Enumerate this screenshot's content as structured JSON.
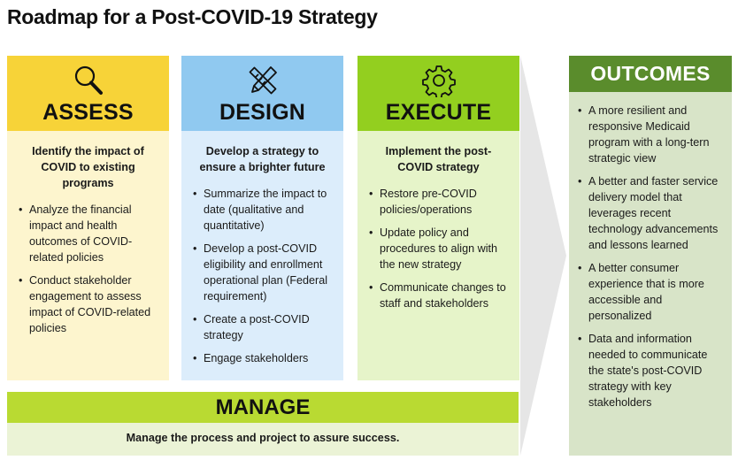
{
  "title": "Roadmap for a Post-COVID-19 Strategy",
  "colors": {
    "assess_head": "#f7d338",
    "assess_body": "#fdf5ce",
    "design_head": "#90c9f0",
    "design_body": "#dcedfb",
    "execute_head": "#93cf1f",
    "execute_body": "#e6f4c9",
    "manage_head": "#b9da32",
    "manage_body": "#ebf3d6",
    "outcomes_head": "#5a8c2c",
    "outcomes_body": "#d8e4c8",
    "arrow": "#e6e6e6"
  },
  "columns": [
    {
      "icon": "magnifier-icon",
      "name": "ASSESS",
      "lead": "Identify the impact of COVID to existing programs",
      "items": [
        "Analyze the financial impact and health outcomes of COVID-related policies",
        "Conduct stakeholder engagement to assess impact of COVID-related policies"
      ]
    },
    {
      "icon": "pencil-ruler-icon",
      "name": "DESIGN",
      "lead": "Develop a strategy to ensure a brighter future",
      "items": [
        "Summarize the impact to date (qualitative and quantitative)",
        "Develop a post-COVID eligibility and enrollment operational plan (Federal requirement)",
        "Create a post-COVID strategy",
        "Engage stakeholders"
      ]
    },
    {
      "icon": "gear-icon",
      "name": "EXECUTE",
      "lead": "Implement the post-COVID strategy",
      "items": [
        "Restore pre-COVID policies/operations",
        "Update policy and procedures to align with the new strategy",
        "Communicate changes to staff and stakeholders"
      ]
    }
  ],
  "manage": {
    "name": "MANAGE",
    "text": "Manage the process and project to assure success."
  },
  "outcomes": {
    "name": "OUTCOMES",
    "items": [
      "A more resilient and responsive Medicaid program with a long-tern strategic view",
      "A better and faster service delivery model that leverages recent technology advancements and lessons learned",
      "A better consumer experience that is more accessible and personalized",
      "Data and information needed to communicate the state's post-COVID strategy with key stakeholders"
    ]
  }
}
